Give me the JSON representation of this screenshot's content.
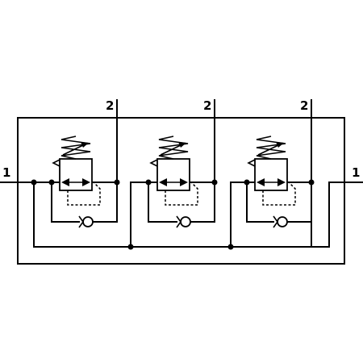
{
  "ports": {
    "inlet_left": "1",
    "inlet_right": "1",
    "outlets": [
      "2",
      "2",
      "2"
    ]
  },
  "regulators": [
    {
      "label": "2"
    },
    {
      "label": "2"
    },
    {
      "label": "2"
    }
  ],
  "colors": {
    "line": "#000000",
    "background": "#ffffff"
  }
}
